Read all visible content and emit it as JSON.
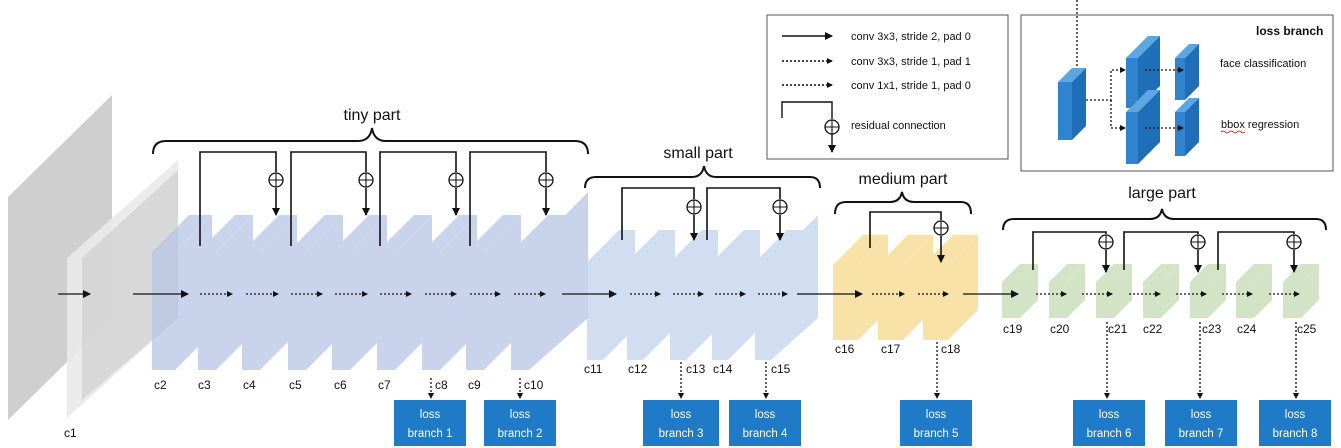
{
  "parts": {
    "tiny": "tiny  part",
    "small": "small  part",
    "medium": "medium part",
    "large": "large part"
  },
  "layers": [
    "c1",
    "c2",
    "c3",
    "c4",
    "c5",
    "c6",
    "c7",
    "c8",
    "c9",
    "c10",
    "c11",
    "c12",
    "c13",
    "c14",
    "c15",
    "c16",
    "c17",
    "c18",
    "c19",
    "c20",
    "c21",
    "c22",
    "c23",
    "c24",
    "c25"
  ],
  "loss_boxes": [
    [
      "loss",
      "branch 1"
    ],
    [
      "loss",
      "branch 2"
    ],
    [
      "loss",
      "branch 3"
    ],
    [
      "loss",
      "branch 4"
    ],
    [
      "loss",
      "branch 5"
    ],
    [
      "loss",
      "branch 6"
    ],
    [
      "loss",
      "branch 7"
    ],
    [
      "loss",
      "branch 8"
    ]
  ],
  "legend": {
    "items": [
      "conv 3x3, stride 2, pad 0",
      "conv 3x3, stride 1, pad 1",
      "conv 1x1, stride 1, pad 0",
      "residual connection"
    ]
  },
  "loss_branch_panel": {
    "title": "loss branch",
    "outputs": [
      "face classification",
      "bbox regression"
    ]
  },
  "colors": {
    "tiny": "#b7c5e6",
    "small": "#c3d6ee",
    "medium": "#f8dd99",
    "large": "#cfe2c0",
    "loss_box": "#1f7ac7",
    "input": "#d0d0d0"
  }
}
